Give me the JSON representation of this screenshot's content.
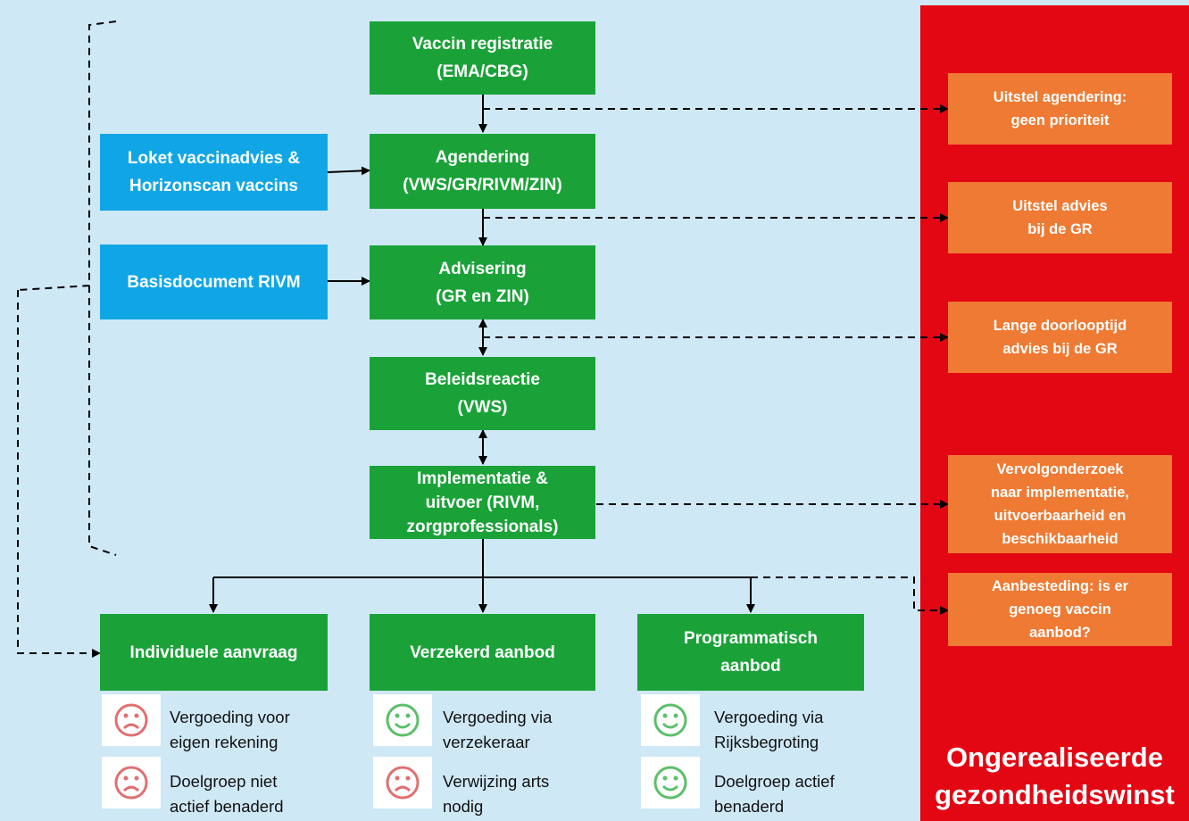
{
  "colors": {
    "background": "#cfe8f6",
    "process_box": "#1aa238",
    "input_box": "#10a6e6",
    "risk_box": "#ef7a33",
    "risk_panel": "#e30613",
    "sad_face": "#e07070",
    "happy_face": "#5cbf6a"
  },
  "process": {
    "registratie": "Vaccin registratie\n(EMA/CBG)",
    "agendering": "Agendering\n(VWS/GR/RIVM/ZIN)",
    "advisering": "Advisering\n(GR en ZIN)",
    "beleidsreactie": "Beleidsreactie\n(VWS)",
    "implementatie": "Implementatie &\nuitvoer (RIVM,\nzorgprofessionals)"
  },
  "inputs": {
    "loket": "Loket vaccinadvies &\nHorizonscan vaccins",
    "basisdocument": "Basisdocument RIVM"
  },
  "outcomes": {
    "individueel": "Individuele aanvraag",
    "verzekerd": "Verzekerd aanbod",
    "programmatisch": "Programmatisch\naanbod"
  },
  "risks": {
    "uitstel_agendering": "Uitstel agendering:\ngeen prioriteit",
    "uitstel_advies": "Uitstel advies\nbij de GR",
    "lange_doorlooptijd": "Lange doorlooptijd\nadvies bij de GR",
    "vervolgonderzoek": "Vervolgonderzoek\nnaar implementatie,\nuitvoerbaarheid en\nbeschikbaarheid",
    "aanbesteding": "Aanbesteding: is er\ngenoeg vaccin\naanbod?"
  },
  "panel_title": "Ongerealiseerde\ngezondheidswinst",
  "notes": {
    "individueel": [
      {
        "icon": "sad-face-icon",
        "text": "Vergoeding voor\neigen rekening"
      },
      {
        "icon": "sad-face-icon",
        "text": "Doelgroep niet\nactief benaderd"
      }
    ],
    "verzekerd": [
      {
        "icon": "happy-face-icon",
        "text": "Vergoeding via\nverzekeraar"
      },
      {
        "icon": "sad-face-icon",
        "text": "Verwijzing arts\nnodig"
      }
    ],
    "programmatisch": [
      {
        "icon": "happy-face-icon",
        "text": "Vergoeding via\nRijksbegroting"
      },
      {
        "icon": "happy-face-icon",
        "text": "Doelgroep actief\nbenaderd"
      }
    ]
  }
}
